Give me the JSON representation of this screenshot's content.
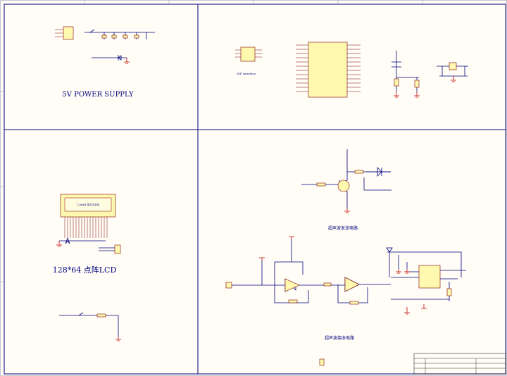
{
  "sections": {
    "power": {
      "title": "5V   POWER  SUPPLY"
    },
    "isp": {
      "title": "ISP  Interface"
    },
    "lcd": {
      "title": "128*64  点阵LCD",
      "module_label": "128x64  带汉字字库"
    },
    "ultra_tx": {
      "title": "超声波发送电路"
    },
    "ultra_rx": {
      "title": "超声波接收电路"
    }
  },
  "colors": {
    "background": "#fffdf5",
    "frame": "#000080",
    "wire": "#000080",
    "component": "#800000",
    "component_fill": "#fff9b0",
    "ground": "#c00000"
  }
}
